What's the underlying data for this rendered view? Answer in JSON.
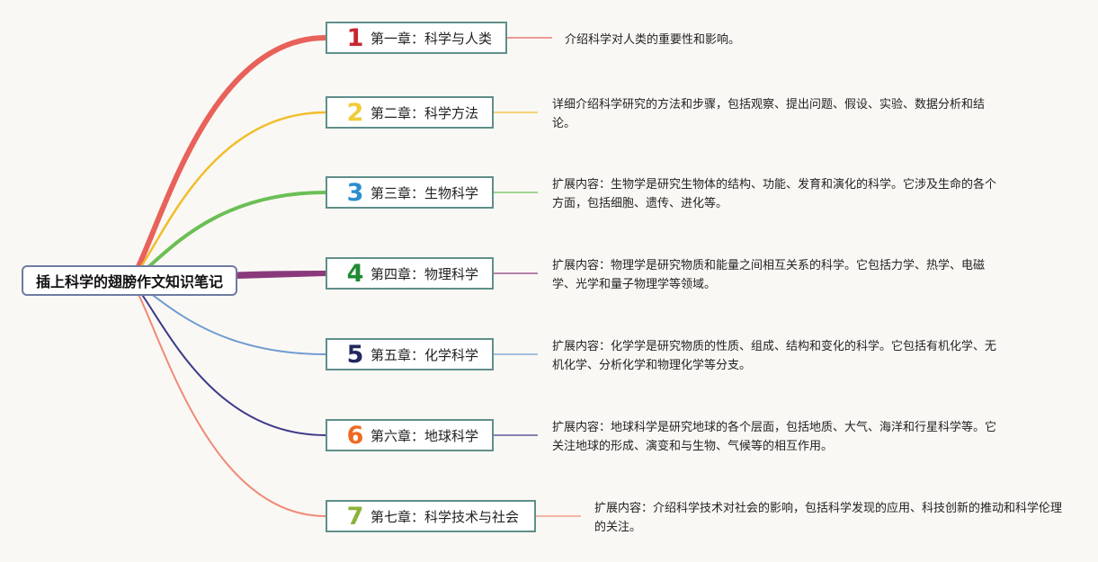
{
  "root": {
    "label": "插上科学的翅膀作文知识笔记"
  },
  "chapters": [
    {
      "num": "1",
      "label": "第一章：科学与人类",
      "note": "介绍科学对人类的重要性和影响。",
      "color": "#e8615a",
      "num_color": "#c9262f"
    },
    {
      "num": "2",
      "label": "第二章：科学方法",
      "note": "详细介绍科学研究的方法和步骤，包括观察、提出问题、假设、实验、数据分析和结论。",
      "color": "#f2bd2c",
      "num_color": "#f0cc3a"
    },
    {
      "num": "3",
      "label": "第三章：生物科学",
      "note": "扩展内容：生物学是研究生物体的结构、功能、发育和演化的科学。它涉及生命的各个方面，包括细胞、遗传、进化等。",
      "color": "#6bbf55",
      "num_color": "#2b8fcf"
    },
    {
      "num": "4",
      "label": "第四章：物理科学",
      "note": "扩展内容：物理学是研究物质和能量之间相互关系的科学。它包括力学、热学、电磁学、光学和量子物理学等领域。",
      "color": "#8a3a7c",
      "num_color": "#1f8a34"
    },
    {
      "num": "5",
      "label": "第五章：化学科学",
      "note": "扩展内容：化学学是研究物质的性质、组成、结构和变化的科学。它包括有机化学、无机化学、分析化学和物理化学等分支。",
      "color": "#6e9bd1",
      "num_color": "#22285e"
    },
    {
      "num": "6",
      "label": "第六章：地球科学",
      "note": "扩展内容：地球科学是研究地球的各个层面，包括地质、大气、海洋和行星科学等。它关注地球的形成、演变和与生物、气候等的相互作用。",
      "color": "#3d3a8a",
      "num_color": "#ef6a21"
    },
    {
      "num": "7",
      "label": "第七章：科学技术与社会",
      "note": "扩展内容：介绍科学技术对社会的影响，包括科学发现的应用、科技创新的推动和科学伦理的关注。",
      "color": "#f08a78",
      "num_color": "#8cb23a"
    }
  ]
}
